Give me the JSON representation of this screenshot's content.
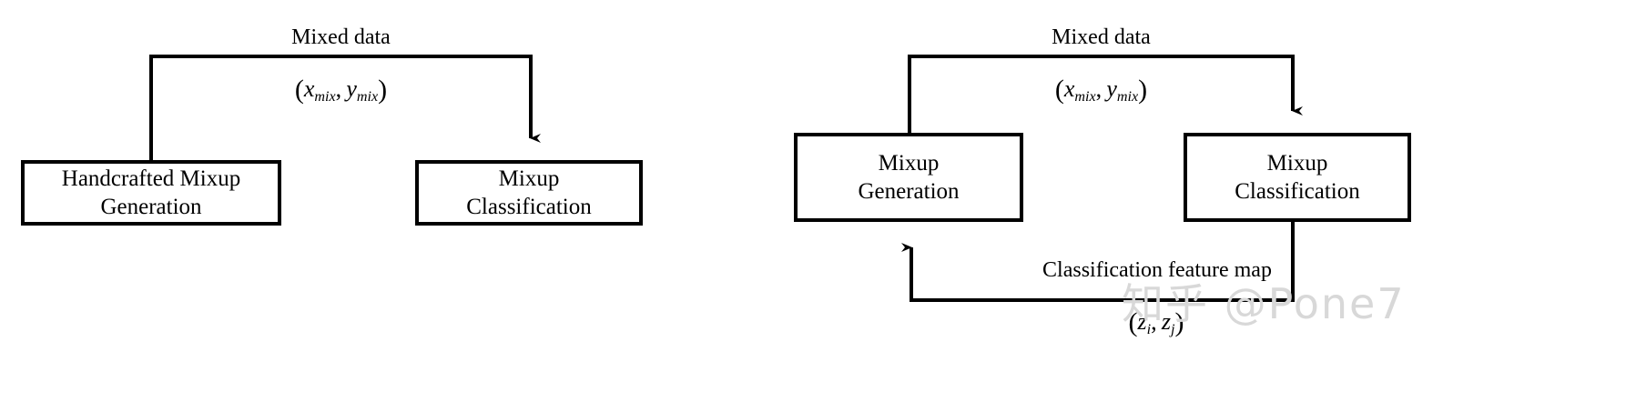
{
  "figure": {
    "type": "flow-diagram",
    "background_color": "#ffffff",
    "stroke_color": "#000000",
    "panels": [
      {
        "id": "left",
        "name": "handcrafted-mixup-panel",
        "nodes": [
          {
            "id": "handcrafted-mixup-generation",
            "line1": "Handcrafted Mixup",
            "line2": "Generation"
          },
          {
            "id": "mixup-classification",
            "line1": "Mixup",
            "line2": "Classification"
          }
        ],
        "edges": [
          {
            "id": "mixed-data-edge",
            "from": "handcrafted-mixup-generation",
            "to": "mixup-classification",
            "label": "Mixed data",
            "math": "( x_mix , y_mix )",
            "math_parts": {
              "open": "(",
              "sym1": "x",
              "sub1": "mix",
              "comma": ",",
              "sym2": "y",
              "sub2": "mix",
              "close": ")"
            },
            "direction": "up-over-down"
          }
        ]
      },
      {
        "id": "right",
        "name": "automatic-mixup-panel",
        "nodes": [
          {
            "id": "mixup-generation",
            "line1": "Mixup",
            "line2": "Generation"
          },
          {
            "id": "mixup-classification",
            "line1": "Mixup",
            "line2": "Classification"
          }
        ],
        "edges": [
          {
            "id": "mixed-data-edge",
            "from": "mixup-generation",
            "to": "mixup-classification",
            "label": "Mixed data",
            "math": "( x_mix , y_mix )",
            "math_parts": {
              "open": "(",
              "sym1": "x",
              "sub1": "mix",
              "comma": ",",
              "sym2": "y",
              "sub2": "mix",
              "close": ")"
            },
            "direction": "up-over-down"
          },
          {
            "id": "classification-feature-map-edge",
            "from": "mixup-classification",
            "to": "mixup-generation",
            "label": "Classification feature map",
            "math": "( z_i , z_j )",
            "math_parts": {
              "open": "(",
              "sym1": "z",
              "sub1": "i",
              "comma": ",",
              "sym2": "z",
              "sub2": "j",
              "close": ")"
            },
            "direction": "down-under-up"
          }
        ]
      }
    ]
  },
  "watermark": {
    "text": "知乎 @Pone7",
    "color": "#d8d8d8"
  }
}
